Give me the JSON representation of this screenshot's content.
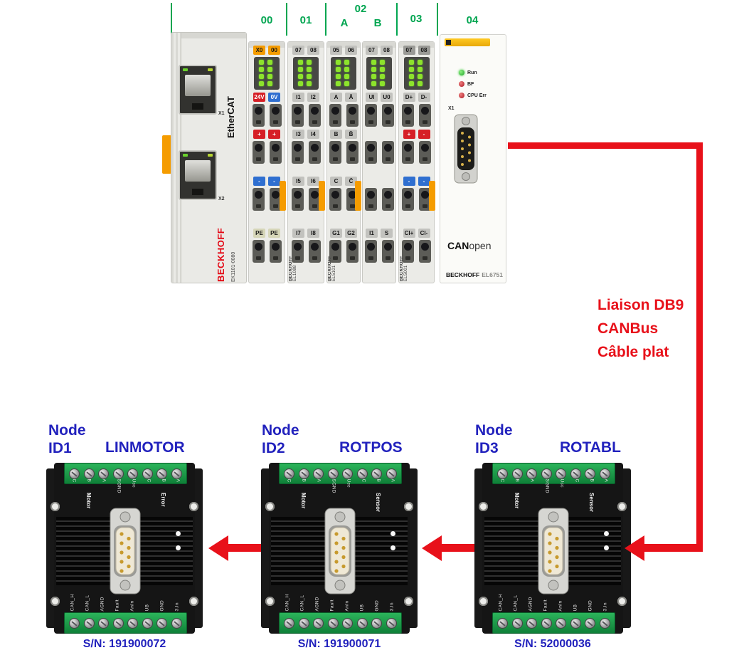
{
  "palette": {
    "red": "#e8111a",
    "blue": "#2222bd",
    "green": "#00a550",
    "beckhoff_red": "#e30613"
  },
  "bus_labels": {
    "g00": "00",
    "g01": "01",
    "g02": "02",
    "g02a": "A",
    "g02b": "B",
    "g03": "03",
    "g04": "04"
  },
  "coupler": {
    "protocol": "EtherCAT",
    "brand": "BECKHOFF",
    "model": "EK1101-0080",
    "port_top": "X1",
    "port_bottom": "X2"
  },
  "terminals": [
    {
      "top": [
        {
          "t": "X0",
          "c": "orange"
        },
        {
          "t": "00",
          "c": "orange"
        }
      ],
      "r1": [
        {
          "t": "24V",
          "c": "red"
        },
        {
          "t": "0V",
          "c": "blue"
        }
      ],
      "r2": [
        {
          "t": "+",
          "c": "red"
        },
        {
          "t": "+",
          "c": "red"
        }
      ],
      "r3": [
        {
          "t": "-",
          "c": "blue"
        },
        {
          "t": "-",
          "c": "blue"
        }
      ],
      "r4": [
        {
          "t": "PE",
          "c": "pe"
        },
        {
          "t": "PE",
          "c": "pe"
        }
      ],
      "model": "",
      "brand": ""
    },
    {
      "top": [
        {
          "t": "07",
          "c": "gray"
        },
        {
          "t": "08",
          "c": "gray"
        }
      ],
      "r1": [
        {
          "t": "I1",
          "c": "gray"
        },
        {
          "t": "I2",
          "c": "gray"
        }
      ],
      "r2": [
        {
          "t": "I3",
          "c": "gray"
        },
        {
          "t": "I4",
          "c": "gray"
        }
      ],
      "r3": [
        {
          "t": "I5",
          "c": "gray"
        },
        {
          "t": "I6",
          "c": "gray"
        }
      ],
      "r4": [
        {
          "t": "I7",
          "c": "gray"
        },
        {
          "t": "I8",
          "c": "gray"
        }
      ],
      "model": "EL1088",
      "brand": "BECKHOFF"
    },
    {
      "top": [
        {
          "t": "05",
          "c": "gray"
        },
        {
          "t": "06",
          "c": "gray"
        }
      ],
      "r1": [
        {
          "t": "A",
          "c": "gray"
        },
        {
          "t": "Ā",
          "c": "gray"
        }
      ],
      "r2": [
        {
          "t": "B",
          "c": "gray"
        },
        {
          "t": "B̄",
          "c": "gray"
        }
      ],
      "r3": [
        {
          "t": "C",
          "c": "gray"
        },
        {
          "t": "C̄",
          "c": "gray"
        }
      ],
      "r4": [
        {
          "t": "G1",
          "c": "gray"
        },
        {
          "t": "G2",
          "c": "gray"
        }
      ],
      "model": "EL5101",
      "brand": "BECKHOFF"
    },
    {
      "top": [
        {
          "t": "07",
          "c": "gray"
        },
        {
          "t": "08",
          "c": "gray"
        }
      ],
      "r1": [
        {
          "t": "UI",
          "c": "gray"
        },
        {
          "t": "U0",
          "c": "gray"
        }
      ],
      "r2": [],
      "r3": [],
      "r4": [
        {
          "t": "I1",
          "c": "gray"
        },
        {
          "t": "S",
          "c": "gray"
        }
      ],
      "model": "",
      "brand": ""
    },
    {
      "top": [
        {
          "t": "07",
          "c": "dgray"
        },
        {
          "t": "08",
          "c": "dgray"
        }
      ],
      "r1": [
        {
          "t": "D+",
          "c": "gray"
        },
        {
          "t": "D-",
          "c": "gray"
        }
      ],
      "r2": [
        {
          "t": "+",
          "c": "red"
        },
        {
          "t": "-",
          "c": "red"
        }
      ],
      "r3": [
        {
          "t": "-",
          "c": "blue"
        },
        {
          "t": "-",
          "c": "blue"
        }
      ],
      "r4": [
        {
          "t": "Cl+",
          "c": "gray"
        },
        {
          "t": "Cl-",
          "c": "gray"
        }
      ],
      "model": "EL5001",
      "brand": "BECKHOFF"
    }
  ],
  "canopen_module": {
    "leds": [
      {
        "label": "Run",
        "color": "#2fbe3a"
      },
      {
        "label": "BF",
        "color": "#c01822"
      },
      {
        "label": "CPU Err",
        "color": "#c01822"
      }
    ],
    "connector_label": "X1",
    "logo_bold": "CAN",
    "logo_light": "open",
    "brand": "BECKHOFF",
    "model": "EL6751"
  },
  "cable_note": {
    "lines": [
      "Liaison DB9",
      "CANBus",
      "Câble plat"
    ]
  },
  "nodes": [
    {
      "node_word": "Node",
      "node_id": "ID1",
      "name": "LINMOTOR",
      "serial": "S/N: 191900072",
      "top_pins": [
        "C",
        "B",
        "A",
        "SGND",
        "Ucc",
        "C",
        "B",
        "A"
      ],
      "left_group": "Motor",
      "right_group": "Error",
      "bottom_pins": [
        "CAN_H",
        "CAN_L",
        "AGND",
        "Fault",
        "AnIn",
        "UB",
        "GND",
        "3.In"
      ]
    },
    {
      "node_word": "Node",
      "node_id": "ID2",
      "name": "ROTPOS",
      "serial": "S/N: 191900071",
      "top_pins": [
        "C",
        "B",
        "A",
        "SGND",
        "Ucc",
        "C",
        "B",
        "A"
      ],
      "left_group": "Motor",
      "right_group": "Sensor",
      "bottom_pins": [
        "CAN_H",
        "CAN_L",
        "AGND",
        "Fault",
        "AnIn",
        "UB",
        "GND",
        "3.In"
      ]
    },
    {
      "node_word": "Node",
      "node_id": "ID3",
      "name": "ROTABL",
      "serial": "S/N: 52000036",
      "top_pins": [
        "C",
        "B",
        "A",
        "SGND",
        "Ucc",
        "C",
        "B",
        "A"
      ],
      "left_group": "Motor",
      "right_group": "Sensor",
      "bottom_pins": [
        "CAN_H",
        "CAN_L",
        "AGND",
        "Fault",
        "AnIn",
        "UB",
        "GND",
        "3.In"
      ]
    }
  ]
}
